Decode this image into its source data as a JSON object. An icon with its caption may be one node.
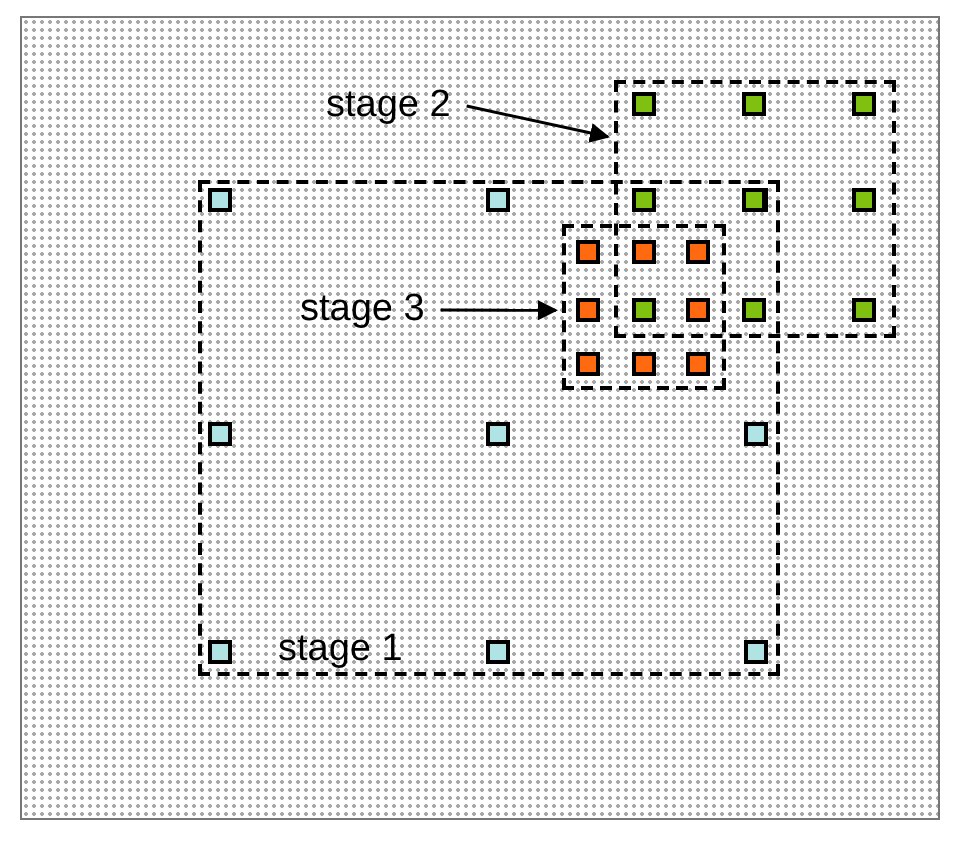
{
  "diagram": {
    "nodes": [
      {
        "text": [
          "stage 1"
        ]
      },
      {
        "text": [],
        "shape": "box"
      },
      {
        "text": [],
        "shape": "box",
        "in": 0
      },
      {
        "text": [
          "stage 2"
        ]
      },
      {
        "text": [
          "stage 3"
        ],
        "in": 0
      }
    ],
    "edges": [
      {
        "from": 3,
        "to": 1,
        "arrow": "to"
      },
      {
        "from": 4,
        "to": 2,
        "arrow": "to"
      }
    ]
  }
}
